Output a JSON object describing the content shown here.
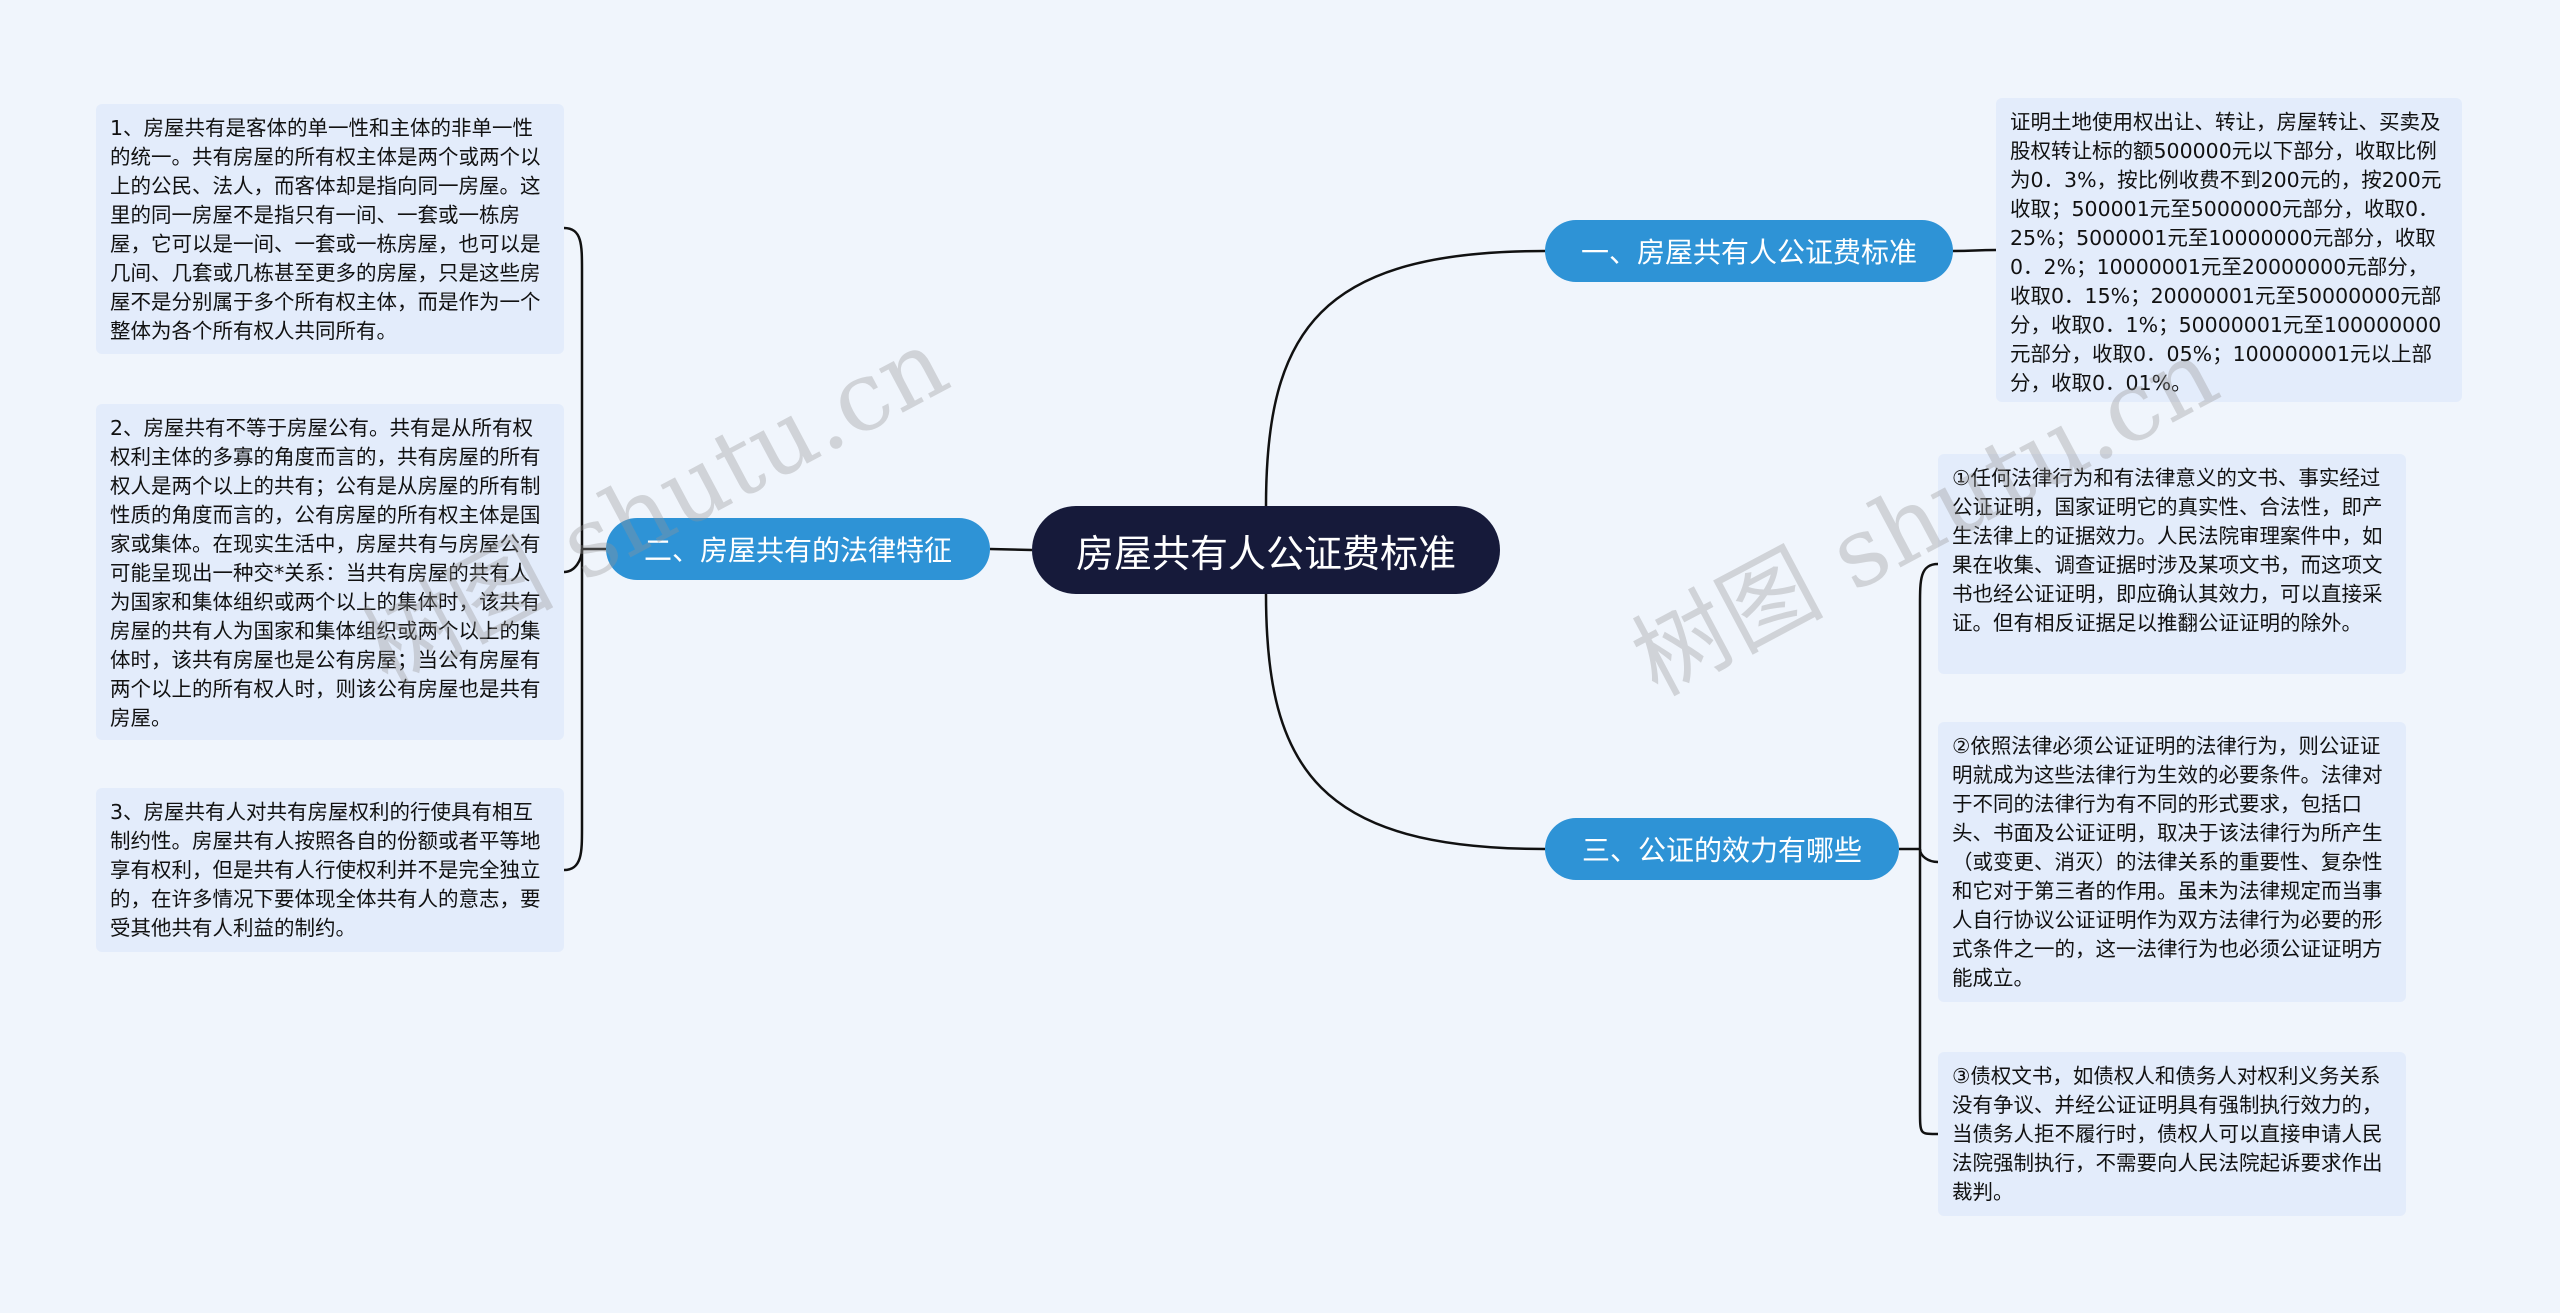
{
  "root": {
    "label": "房屋共有人公证费标准"
  },
  "branches": [
    {
      "label": "一、房屋共有人公证费标准",
      "leaves": [
        "证明土地使用权出让、转让，房屋转让、买卖及股权转让标的额500000元以下部分，收取比例为0．3%，按比例收费不到200元的，按200元收取；500001元至5000000元部分，收取0．25%；5000001元至10000000元部分，收取0．2%；10000001元至20000000元部分，收取0．15%；20000001元至50000000元部分，收取0．1%；50000001元至100000000元部分，收取0．05%；100000001元以上部分，收取0．01%。"
      ]
    },
    {
      "label": "二、房屋共有的法律特征",
      "leaves": [
        "1、房屋共有是客体的单一性和主体的非单一性的统一。共有房屋的所有权主体是两个或两个以上的公民、法人，而客体却是指向同一房屋。这里的同一房屋不是指只有一间、一套或一栋房屋，它可以是一间、一套或一栋房屋，也可以是几间、几套或几栋甚至更多的房屋，只是这些房屋不是分别属于多个所有权主体，而是作为一个整体为各个所有权人共同所有。",
        "2、房屋共有不等于房屋公有。共有是从所有权权利主体的多寡的角度而言的，共有房屋的所有权人是两个以上的共有；公有是从房屋的所有制性质的角度而言的，公有房屋的所有权主体是国家或集体。在现实生活中，房屋共有与房屋公有可能呈现出一种交*关系：当共有房屋的共有人为国家和集体组织或两个以上的集体时，该共有房屋的共有人为国家和集体组织或两个以上的集体时，该共有房屋也是公有房屋；当公有房屋有两个以上的所有权人时，则该公有房屋也是共有房屋。",
        "3、房屋共有人对共有房屋权利的行使具有相互制约性。房屋共有人按照各自的份额或者平等地享有权利，但是共有人行使权利并不是完全独立的，在许多情况下要体现全体共有人的意志，要受其他共有人利益的制约。"
      ]
    },
    {
      "label": "三、公证的效力有哪些",
      "leaves": [
        "①任何法律行为和有法律意义的文书、事实经过公证证明，国家证明它的真实性、合法性，即产生法律上的证据效力。人民法院审理案件中，如果在收集、调查证据时涉及某项文书，而这项文书也经公证证明，即应确认其效力，可以直接采证。但有相反证据足以推翻公证证明的除外。",
        "②依照法律必须公证证明的法律行为，则公证证明就成为这些法律行为生效的必要条件。法律对于不同的法律行为有不同的形式要求，包括口头、书面及公证证明，取决于该法律行为所产生（或变更、消灭）的法律关系的重要性、复杂性和它对于第三者的作用。虽未为法律规定而当事人自行协议公证证明作为双方法律行为必要的形式条件之一的，这一法律行为也必须公证证明方能成立。",
        "③债权文书，如债权人和债务人对权利义务关系没有争议、并经公证证明具有强制执行效力的，当债务人拒不履行时，债权人可以直接申请人民法院强制执行，不需要向人民法院起诉要求作出裁判。"
      ]
    }
  ],
  "watermarks": [
    "树图 shutu.cn",
    "树图 shutu.cn"
  ]
}
